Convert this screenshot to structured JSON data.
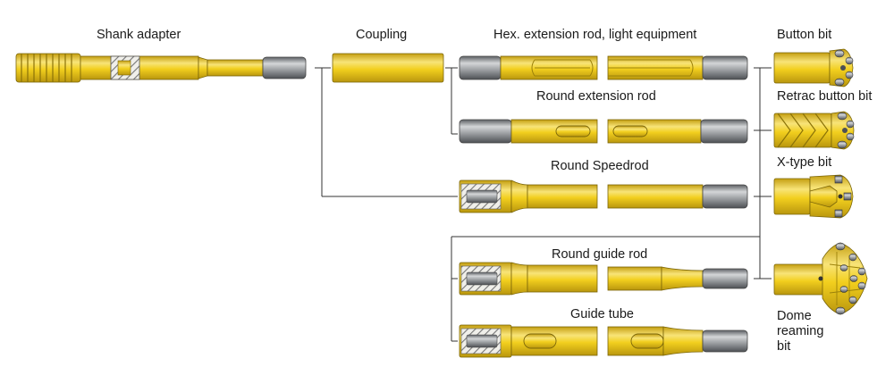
{
  "labels": {
    "shank_adapter": "Shank adapter",
    "coupling": "Coupling",
    "hex_rod": "Hex. extension rod, light equipment",
    "round_ext_rod": "Round extension rod",
    "round_speedrod": "Round Speedrod",
    "round_guide_rod": "Round guide rod",
    "guide_tube": "Guide tube",
    "button_bit": "Button bit",
    "retrac_button_bit": "Retrac button bit",
    "x_type_bit": "X-type bit",
    "dome_reaming_bit": [
      "Dome",
      "reaming",
      "bit"
    ]
  },
  "colors": {
    "yellow": "#F2CF1E",
    "yellow_light": "#F8E478",
    "yellow_dark": "#B9960E",
    "gray": "#8E9194",
    "gray_light": "#D4D6D8",
    "gray_dark": "#4D5054",
    "line": "#333333"
  }
}
